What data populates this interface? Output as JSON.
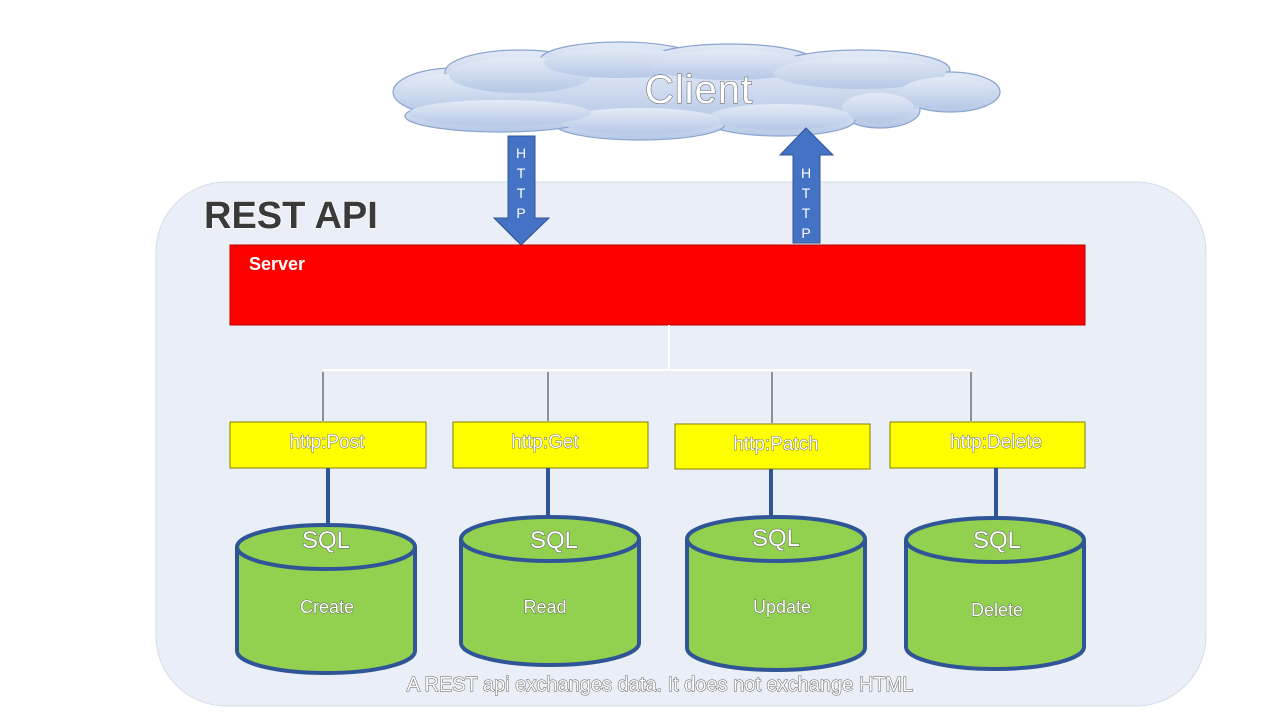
{
  "client_label": "Client",
  "arrows": {
    "down": [
      "H",
      "T",
      "T",
      "P"
    ],
    "up": [
      "H",
      "T",
      "T",
      "P"
    ]
  },
  "rest_api_title": "REST API",
  "server_label": "Server",
  "methods": [
    {
      "label": "http:Post",
      "db_title": "SQL",
      "db_label": "Create"
    },
    {
      "label": "http:Get",
      "db_title": "SQL",
      "db_label": "Read"
    },
    {
      "label": "http:Patch",
      "db_title": "SQL",
      "db_label": "Update"
    },
    {
      "label": "http:Delete",
      "db_title": "SQL",
      "db_label": "Delete"
    }
  ],
  "caption": "A REST api exchanges data. It does not exchange HTML",
  "colors": {
    "panel_fill": "#e9eef7",
    "server": "#ff0000",
    "method_box": "#ffff00",
    "db_fill": "#92d050",
    "db_stroke": "#2f5597",
    "arrow": "#4472c4",
    "cloud": "#c9d7ee"
  }
}
